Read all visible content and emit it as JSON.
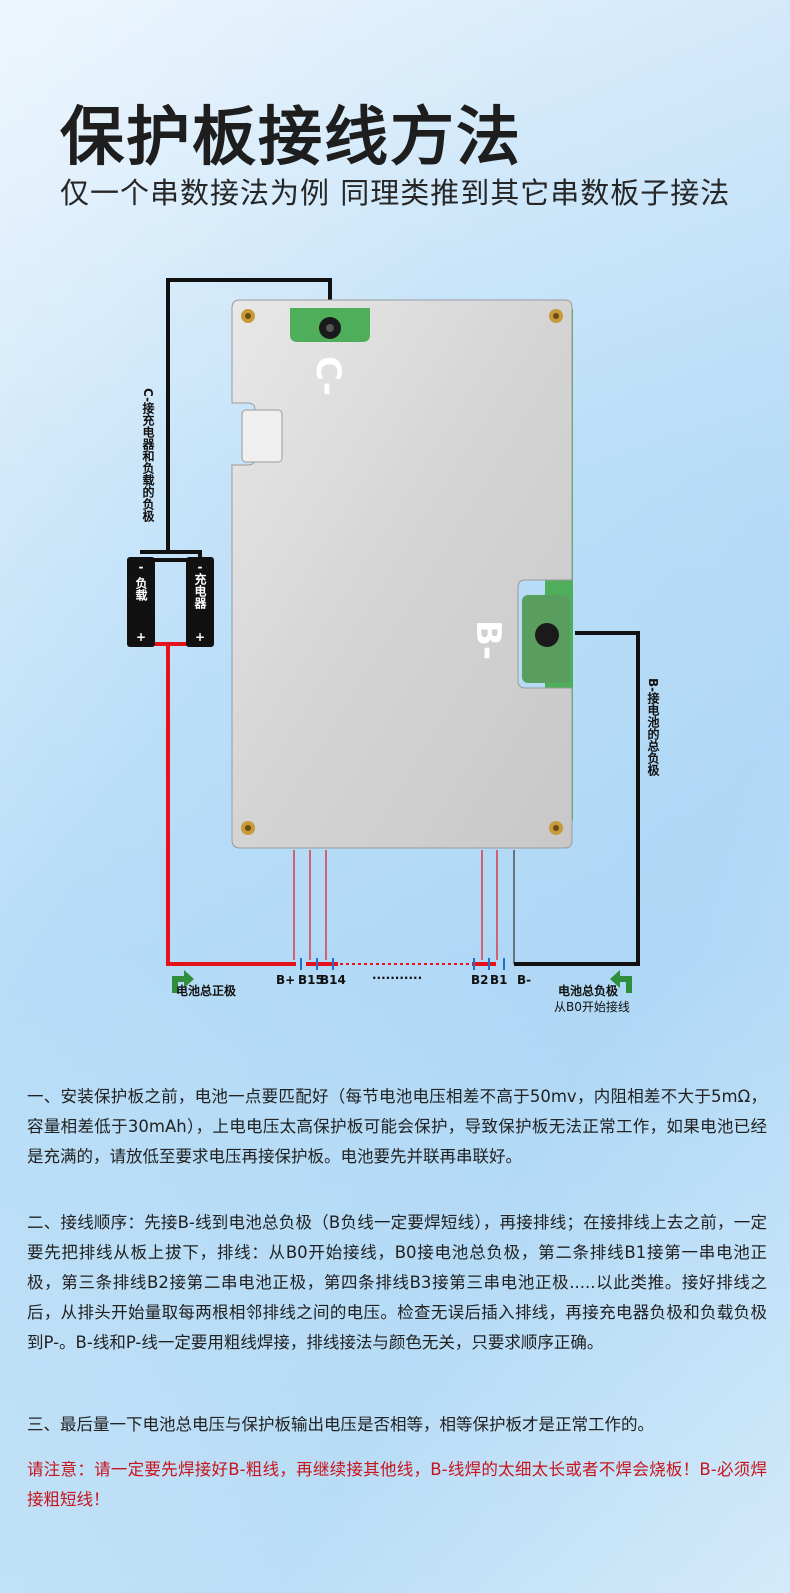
{
  "header": {
    "title": "保护板接线方法",
    "subtitle": "仅一个串数接法为例 同理类推到其它串数板子接法"
  },
  "diagram": {
    "board_c_label": "C-",
    "board_b_label": "B-",
    "c_wire_note": "C-接充电器和负载的负极",
    "b_wire_note": "B-接电池的总负极",
    "load_label": "负载",
    "charger_label": "充电器",
    "minus_sign": "-",
    "plus_sign": "+",
    "pos_label": "电池总正极",
    "neg_label": "电池总负极",
    "neg_sub_label": "从B0开始接线",
    "pins": {
      "bplus": "B+",
      "b15": "B15",
      "b14": "B14",
      "dots": "···········",
      "b2": "B2",
      "b1": "B1",
      "bminus": "B-"
    },
    "colors": {
      "red": "#e5121b",
      "black": "#111111",
      "board": "#d9d9d9"
    }
  },
  "paragraphs": {
    "p1": "一、安装保护板之前，电池一点要匹配好（每节电池电压相差不高于50mv，内阻相差不大于5mΩ，容量相差低于30mAh），上电电压太高保护板可能会保护，导致保护板无法正常工作，如果电池已经是充满的，请放低至要求电压再接保护板。电池要先并联再串联好。",
    "p2": "二、接线顺序：先接B-线到电池总负极（B负线一定要焊短线），再接排线；在接排线上去之前，一定要先把排线从板上拔下，排线：从B0开始接线，B0接电池总负极，第二条排线B1接第一串电池正极，第三条排线B2接第二串电池正极，第四条排线B3接第三串电池正极.....以此类推。接好排线之后，从排头开始量取每两根相邻排线之间的电压。检查无误后插入排线，再接充电器负极和负载负极到P-。B-线和P-线一定要用粗线焊接，排线接法与颜色无关，只要求顺序正确。",
    "p3": "三、最后量一下电池总电压与保护板输出电压是否相等，相等保护板才是正常工作的。",
    "warning": "请注意：请一定要先焊接好B-粗线，再继续接其他线，B-线焊的太细太长或者不焊会烧板！B-必须焊接粗短线！"
  }
}
